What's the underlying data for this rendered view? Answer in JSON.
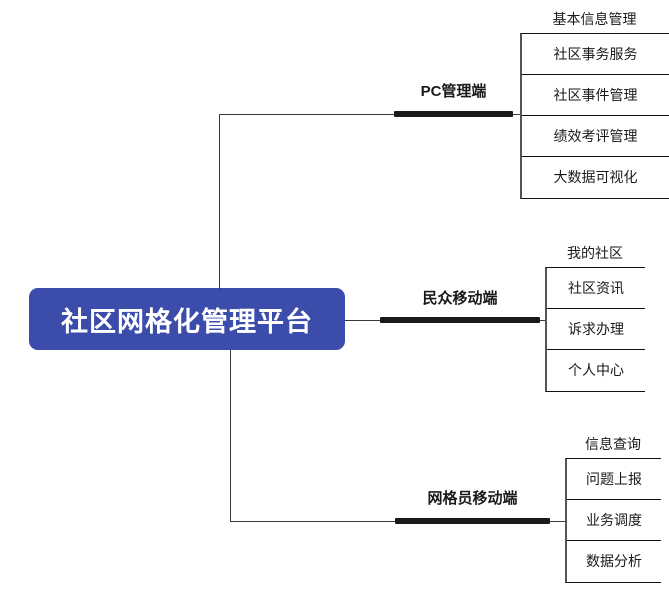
{
  "diagram": {
    "type": "mindmap",
    "root": {
      "label": "社区网格化管理平台",
      "color": "#3b4cab",
      "text_color": "#ffffff"
    },
    "branches": [
      {
        "label": "PC管理端",
        "head": "基本信息管理",
        "leaves": [
          "社区事务服务",
          "社区事件管理",
          "绩效考评管理",
          "大数据可视化"
        ]
      },
      {
        "label": "民众移动端",
        "head": "我的社区",
        "leaves": [
          "社区资讯",
          "诉求办理",
          "个人中心"
        ]
      },
      {
        "label": "网格员移动端",
        "head": "信息查询",
        "leaves": [
          "问题上报",
          "业务调度",
          "数据分析"
        ]
      }
    ]
  }
}
